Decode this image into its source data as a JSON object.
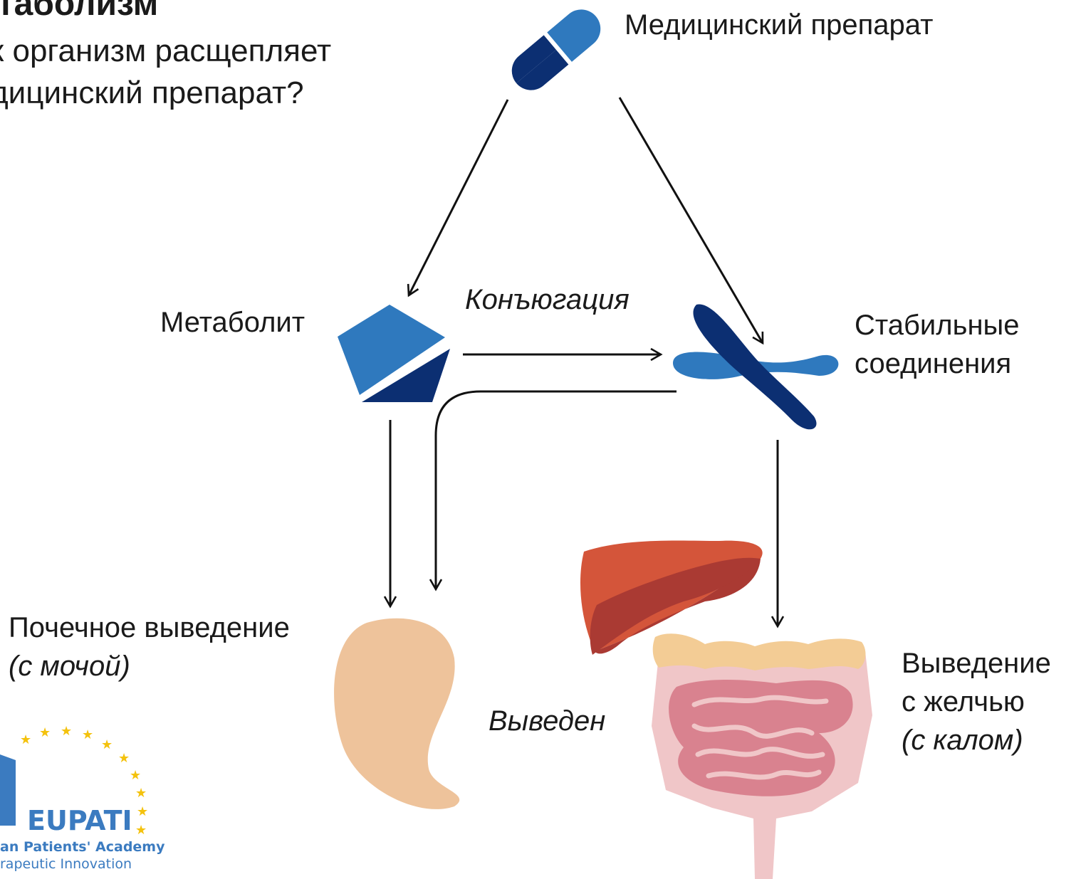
{
  "heading": {
    "title": "етаболизм",
    "subtitle_line1": "к организм расщепляет",
    "subtitle_line2": "дицинский препарат?"
  },
  "nodes": {
    "drug": "Медицинский препарат",
    "metabolite": "Метаболит",
    "conjugation": "Конъюгация",
    "stable_line1": "Стабильные",
    "stable_line2": "соединения",
    "renal_line1": "Почечное выведение",
    "renal_line2": "(с мочой)",
    "excreted": "Выведен",
    "bile_line1": "Выведение",
    "bile_line2": "с желчью",
    "bile_line3": "(с калом)"
  },
  "logo": {
    "name": "EUPATI",
    "line1": "an Patients' Academy",
    "line2": "rapeutic Innovation"
  },
  "icons": [
    "pill-icon",
    "pentagon-metabolite-icon",
    "chromosome-icon",
    "kidney-icon",
    "liver-icon",
    "intestine-icon",
    "eupati-logo"
  ],
  "colors": {
    "blue_light": "#2F79BE",
    "blue_dark": "#0C2F72",
    "kidney": "#EEC39B",
    "liver_light": "#D4553A",
    "liver_dark": "#AA3A33",
    "colon": "#F0C6C8",
    "colon_band": "#F3CC95",
    "intestine": "#D9828F",
    "logo_blue": "#3B7BC0",
    "logo_star": "#F4C20D"
  }
}
